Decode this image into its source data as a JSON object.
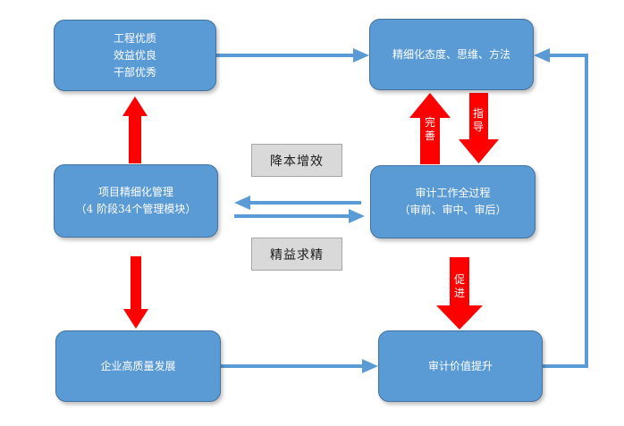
{
  "nodes": {
    "goals": [
      "工程优质",
      "效益优良",
      "干部优秀"
    ],
    "attitude": "精细化态度、思维、方法",
    "management": [
      "项目精细化管理",
      "（4 阶段34个管理模块）"
    ],
    "audit_process": [
      "审计工作全过程",
      "（审前、审中、审后）"
    ],
    "enterprise": "企业高质量发展",
    "audit_value": "审计价值提升"
  },
  "labels": {
    "cost": "降本增效",
    "refine": "精益求精"
  },
  "arrow_texts": {
    "perfect": "完善",
    "guide": "指导",
    "promote": "促进"
  },
  "colors": {
    "node_fill": "#5b9bd5",
    "red_arrow": "#ff0000",
    "blue_arrow": "#5b9bd5",
    "label_fill": "#d9d9d9"
  }
}
